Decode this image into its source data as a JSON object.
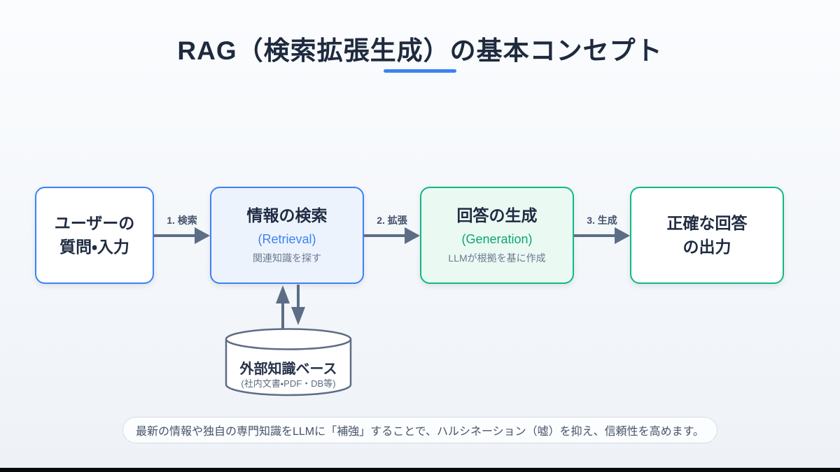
{
  "title": "RAG（検索拡張生成）の基本コンセプト",
  "colors": {
    "accent_blue": "#3b82f6",
    "accent_green": "#10b981",
    "arrow_slate": "#5d6d85",
    "text_dark": "#1f2b41",
    "text_muted": "#6b7890"
  },
  "flow": {
    "boxes": [
      {
        "line1": "ユーザーの",
        "line2": "質問・入力"
      },
      {
        "title": "情報の検索",
        "subtitle": "(Retrieval)",
        "desc": "関連知識を探す"
      },
      {
        "title": "回答の生成",
        "subtitle": "(Generation)",
        "desc": "LLMが根拠を基に作成"
      },
      {
        "line1": "正確な回答",
        "line2": "の出力"
      }
    ],
    "arrows": [
      {
        "label": "1. 検索"
      },
      {
        "label": "2. 拡張"
      },
      {
        "label": "3. 生成"
      }
    ]
  },
  "database": {
    "title": "外部知識ベース",
    "subtitle": "(社内文書・PDF・DB等)"
  },
  "footnote": "最新の情報や独自の専門知識をLLMに「補強」することで、ハルシネーション（嘘）を抑え、信頼性を高めます。"
}
